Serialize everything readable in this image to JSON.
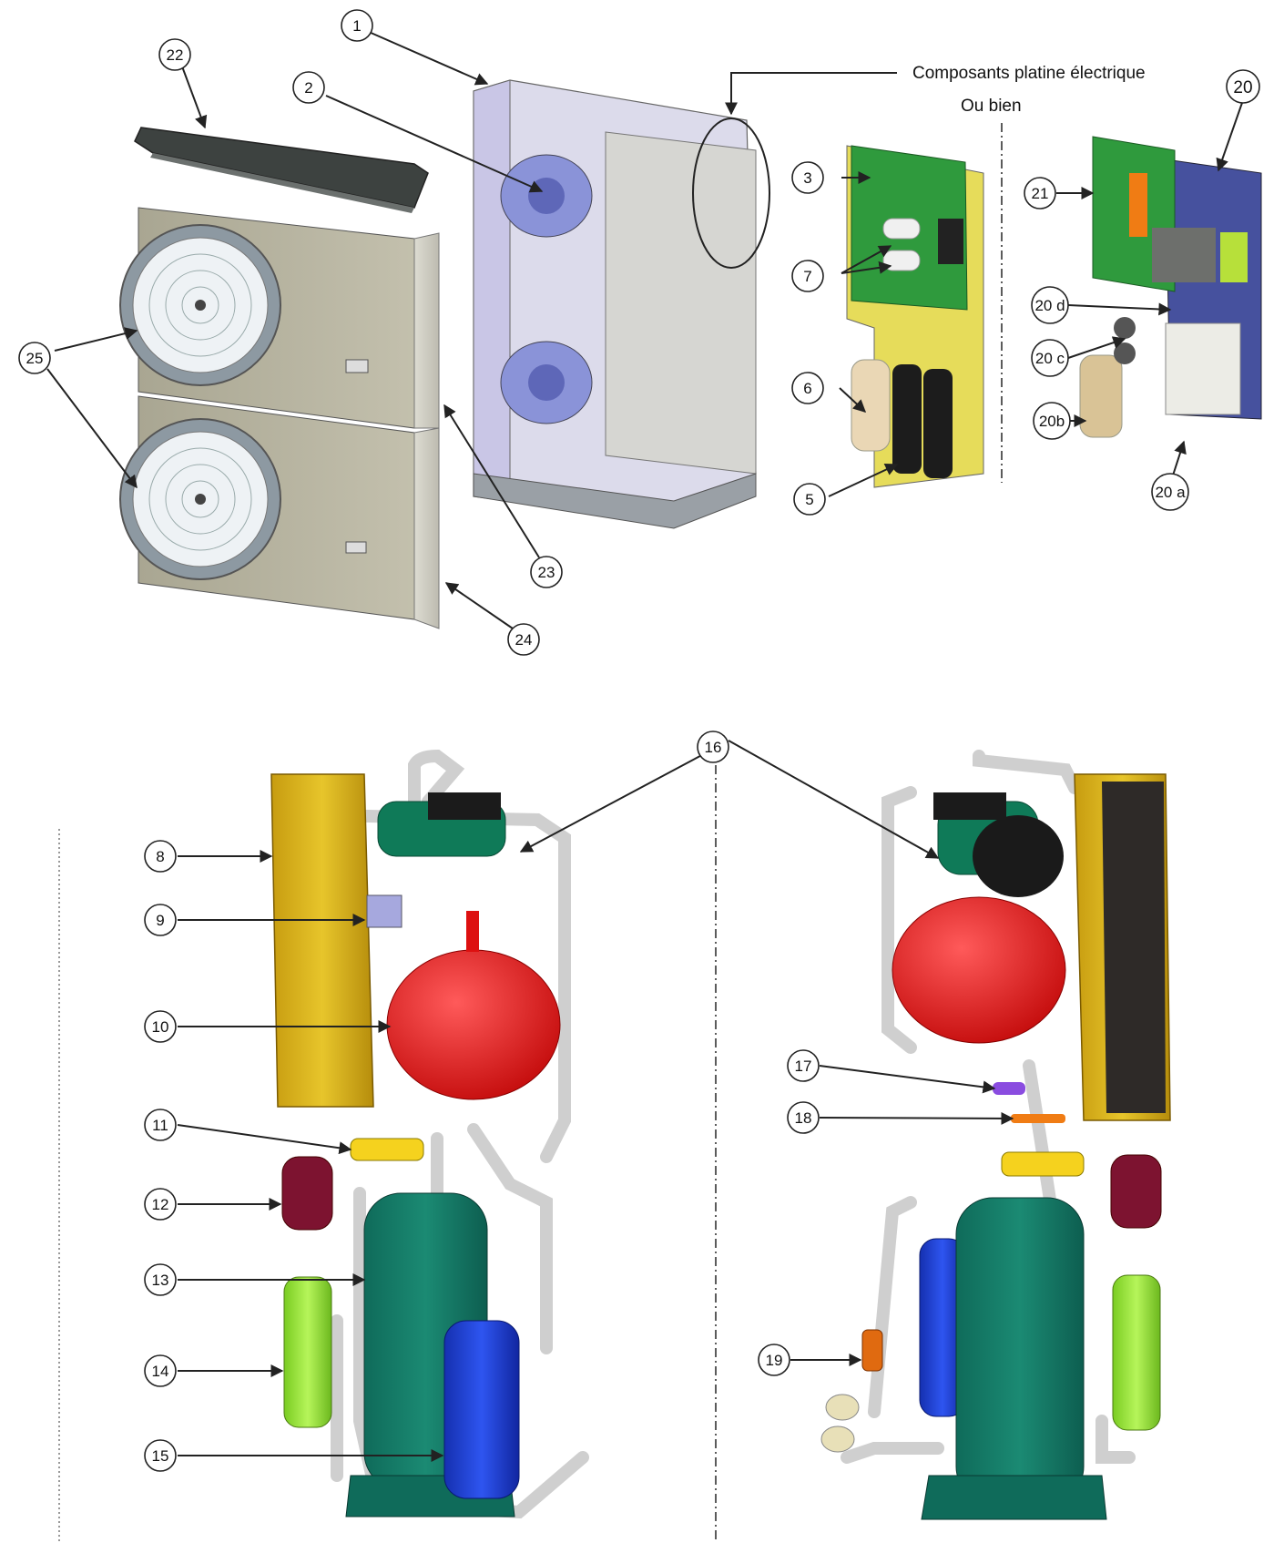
{
  "header": {
    "components_label": "Composants platine électrique",
    "alternative_label": "Ou bien"
  },
  "callouts": [
    {
      "id": "c1",
      "text": "1"
    },
    {
      "id": "c2",
      "text": "2"
    },
    {
      "id": "c3",
      "text": "3"
    },
    {
      "id": "c5",
      "text": "5"
    },
    {
      "id": "c6",
      "text": "6"
    },
    {
      "id": "c7",
      "text": "7"
    },
    {
      "id": "c8",
      "text": "8"
    },
    {
      "id": "c9",
      "text": "9"
    },
    {
      "id": "c10",
      "text": "10"
    },
    {
      "id": "c11",
      "text": "11"
    },
    {
      "id": "c12",
      "text": "12"
    },
    {
      "id": "c13",
      "text": "13"
    },
    {
      "id": "c14",
      "text": "14"
    },
    {
      "id": "c15",
      "text": "15"
    },
    {
      "id": "c16",
      "text": "16"
    },
    {
      "id": "c17",
      "text": "17"
    },
    {
      "id": "c18",
      "text": "18"
    },
    {
      "id": "c19",
      "text": "19"
    },
    {
      "id": "c20",
      "text": "20"
    },
    {
      "id": "c20a",
      "text": "20 a"
    },
    {
      "id": "c20b",
      "text": "20b"
    },
    {
      "id": "c20c",
      "text": "20 c"
    },
    {
      "id": "c20d",
      "text": "20 d"
    },
    {
      "id": "c21",
      "text": "21"
    },
    {
      "id": "c22",
      "text": "22"
    },
    {
      "id": "c23",
      "text": "23"
    },
    {
      "id": "c24",
      "text": "24"
    },
    {
      "id": "c25",
      "text": "25"
    }
  ],
  "colors": {
    "panel_beige": "#b3b09c",
    "frame_lavender": "#c9c6e6",
    "pcb_green": "#2f9a3d",
    "pcb_yellow": "#e6dc5a",
    "heat_exchanger_gold": "#d8b21c",
    "expansion_vessel_red": "#e01515",
    "compressor_teal": "#157a66",
    "filter_drier_maroon": "#7d1330",
    "receiver_green": "#9be63a",
    "accumulator_blue": "#1c3fd0",
    "pipe_grey": "#d8d8d8"
  }
}
